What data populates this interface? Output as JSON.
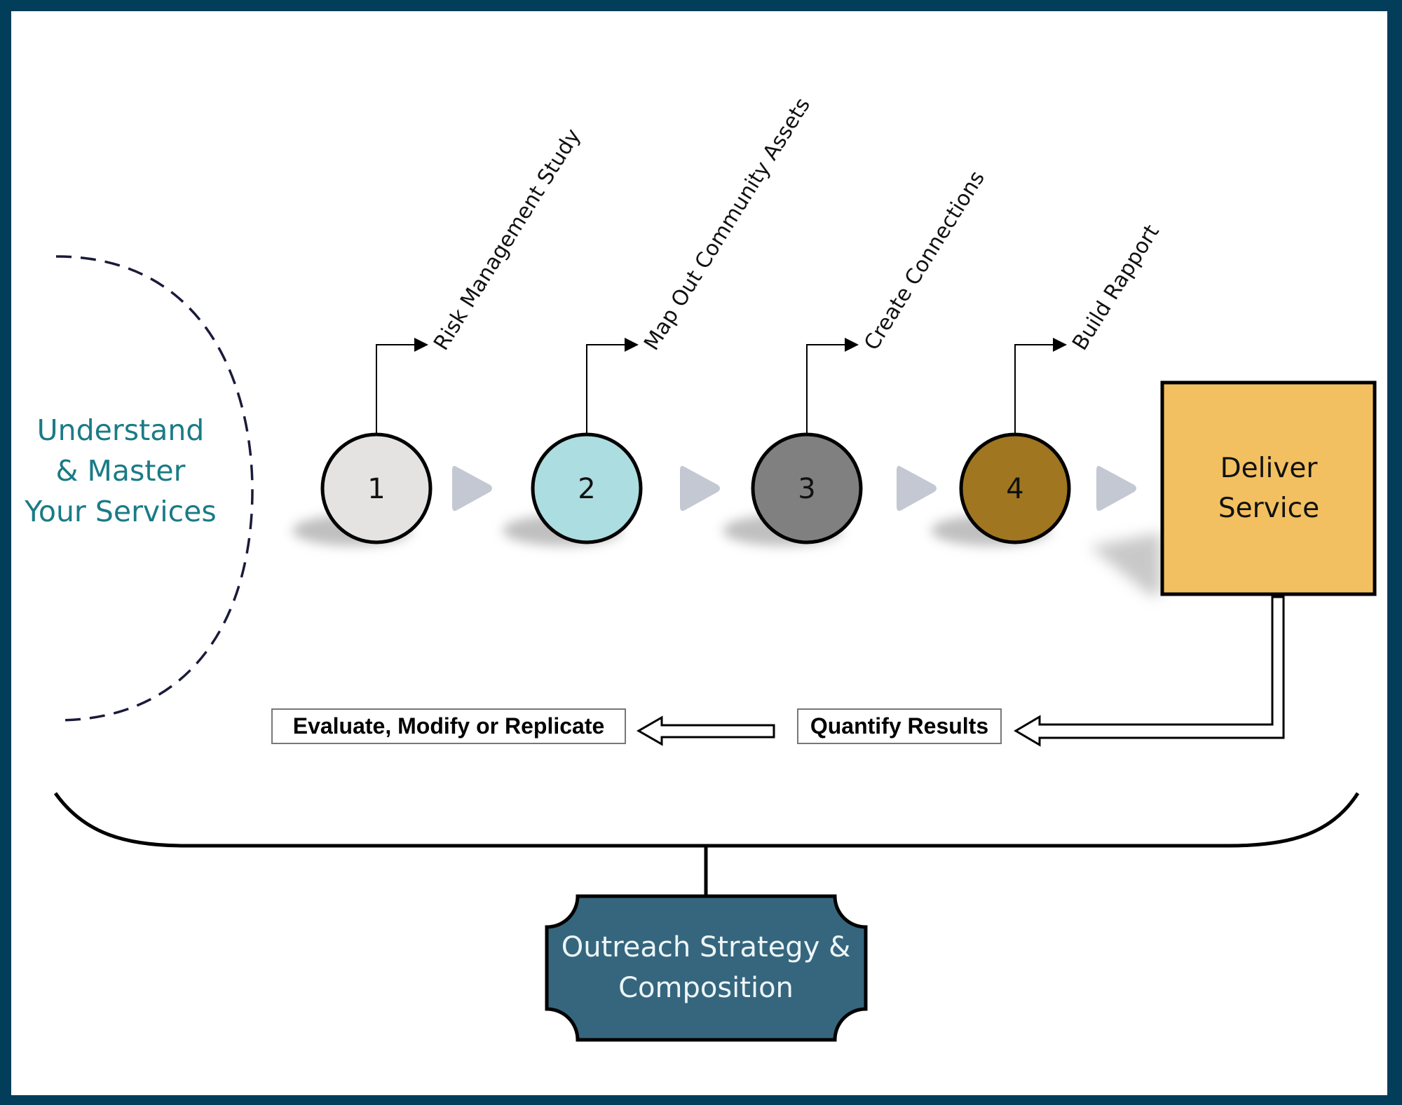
{
  "frame": {
    "border_color": "#023d5a",
    "background": "#ffffff"
  },
  "left_panel": {
    "lines": [
      "Understand",
      "& Master",
      "Your Services"
    ],
    "text_color": "#1a7b86",
    "arc_style": "dashed"
  },
  "steps": [
    {
      "number": "1",
      "label": "Risk Management Study",
      "fill": "#e4e3e2"
    },
    {
      "number": "2",
      "label": "Map Out Community Assets",
      "fill": "#acdde0"
    },
    {
      "number": "3",
      "label": "Create Connections",
      "fill": "#808080"
    },
    {
      "number": "4",
      "label": "Build Rapport",
      "fill": "#a07620"
    }
  ],
  "step_arrow_color": "#c4c8d2",
  "deliver": {
    "lines": [
      "Deliver",
      "Service"
    ],
    "fill": "#f2c060"
  },
  "feedback": {
    "quantify_label": "Quantify Results",
    "evaluate_label": "Evaluate, Modify or Replicate"
  },
  "plaque": {
    "lines": [
      "Outreach Strategy &",
      "Composition"
    ],
    "fill": "#36667e"
  }
}
